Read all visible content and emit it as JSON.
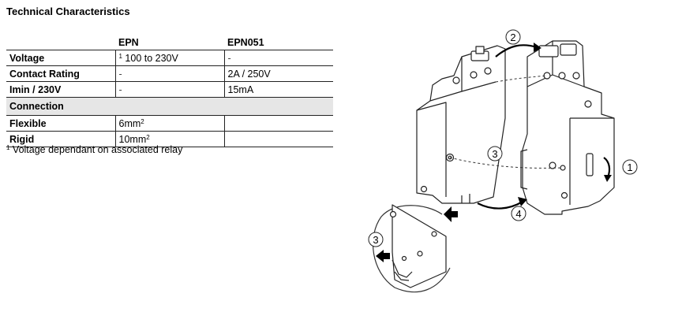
{
  "title": "Technical Characteristics",
  "table": {
    "header": [
      "",
      "EPN",
      "EPN051"
    ],
    "rows": [
      {
        "label": "Voltage",
        "epn_sup": "1",
        "epn": " 100 to 230V",
        "epn051": "-"
      },
      {
        "label": "Contact Rating",
        "epn_sup": "",
        "epn": "-",
        "epn051": "2A / 250V"
      },
      {
        "label": "Imin / 230V",
        "epn_sup": "",
        "epn": "-",
        "epn051": "15mA"
      }
    ],
    "section": "Connection",
    "section_rows": [
      {
        "label": "Flexible",
        "epn": "6mm",
        "epn_sup": "2",
        "epn051": ""
      },
      {
        "label": "Rigid",
        "epn": "10mm",
        "epn_sup": "2",
        "epn051": ""
      }
    ]
  },
  "footnote": {
    "sup": "1",
    "text": " Voltage dependant on associated relay"
  },
  "figure": {
    "step_labels": [
      "1",
      "2",
      "3",
      "4"
    ],
    "detail_step_label": "3",
    "icons": [
      "arrow-icon",
      "rotation-arrow-icon"
    ]
  }
}
